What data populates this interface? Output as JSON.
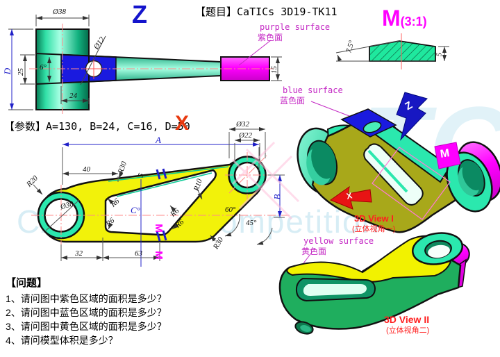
{
  "title": {
    "tag": "【题目】",
    "text": "CaTICs 3D19-TK11"
  },
  "params": {
    "tag": "【参数】",
    "text": "A=130, B=24, C=16, D=50"
  },
  "watermark": {
    "big": "TCs",
    "line": "CAD digital competition"
  },
  "top_view": {
    "axis_z": "Z",
    "dim_d38": "Ø38",
    "dim_D": "D",
    "dim_25": "25",
    "dim_6deg": "6°",
    "dim_d12": "Ø12",
    "dim_24": "24",
    "dim_15": "15"
  },
  "detail_view": {
    "label": "M",
    "scale": "(3:1)",
    "dim_7_5deg": "7.5°",
    "dim_5": "5"
  },
  "front_view": {
    "axis_x": "X",
    "dim_A": "A",
    "dim_B": "B",
    "dim_Cdeg": "C°",
    "dim_40": "40",
    "dim_r30_top": "R30",
    "dim_5": "5",
    "dim_r20": "R20",
    "dim_d30": "Ø30",
    "dim_r6_a": "R6",
    "dim_r6_b": "R6",
    "dim_r6_c": "R6",
    "dim_r6_d": "R6",
    "dim_r10": "R10",
    "dim_60deg": "60°",
    "dim_45deg": "45°",
    "dim_r30_bottom": "R30",
    "dim_32": "32",
    "dim_63": "63",
    "dim_d32": "Ø32",
    "dim_d22": "Ø22",
    "section_m1": "M",
    "section_m2": "M"
  },
  "annotations": {
    "purple": {
      "en": "purple surface",
      "zh": "紫色面"
    },
    "blue": {
      "en": "blue surface",
      "zh": "蓝色面"
    },
    "yellow": {
      "en": "yellow surface",
      "zh": "黄色面"
    }
  },
  "view1": {
    "title": "3D View I",
    "subtitle": "(立体视角一)",
    "axis_z": "Z",
    "axis_x": "X",
    "m_tag": "M"
  },
  "view2": {
    "title": "3D View II",
    "subtitle": "(立体视角二)"
  },
  "questions": {
    "tag": "【问题】",
    "items": [
      "1、请问图中紫色区域的面积是多少？",
      "2、请问图中蓝色区域的面积是多少？",
      "3、请问图中黄色区域的面积是多少？",
      "4、请问模型体积是多少？"
    ]
  },
  "colors": {
    "teal": "#2BE8AE",
    "blue_region": "#1A1ADF",
    "magenta": "#FF00FF",
    "yellow": "#F2F200",
    "olive": "#A8A81A",
    "green": "#1FAE5E",
    "red_label": "#FF2020",
    "blue_label": "#2020C8"
  }
}
